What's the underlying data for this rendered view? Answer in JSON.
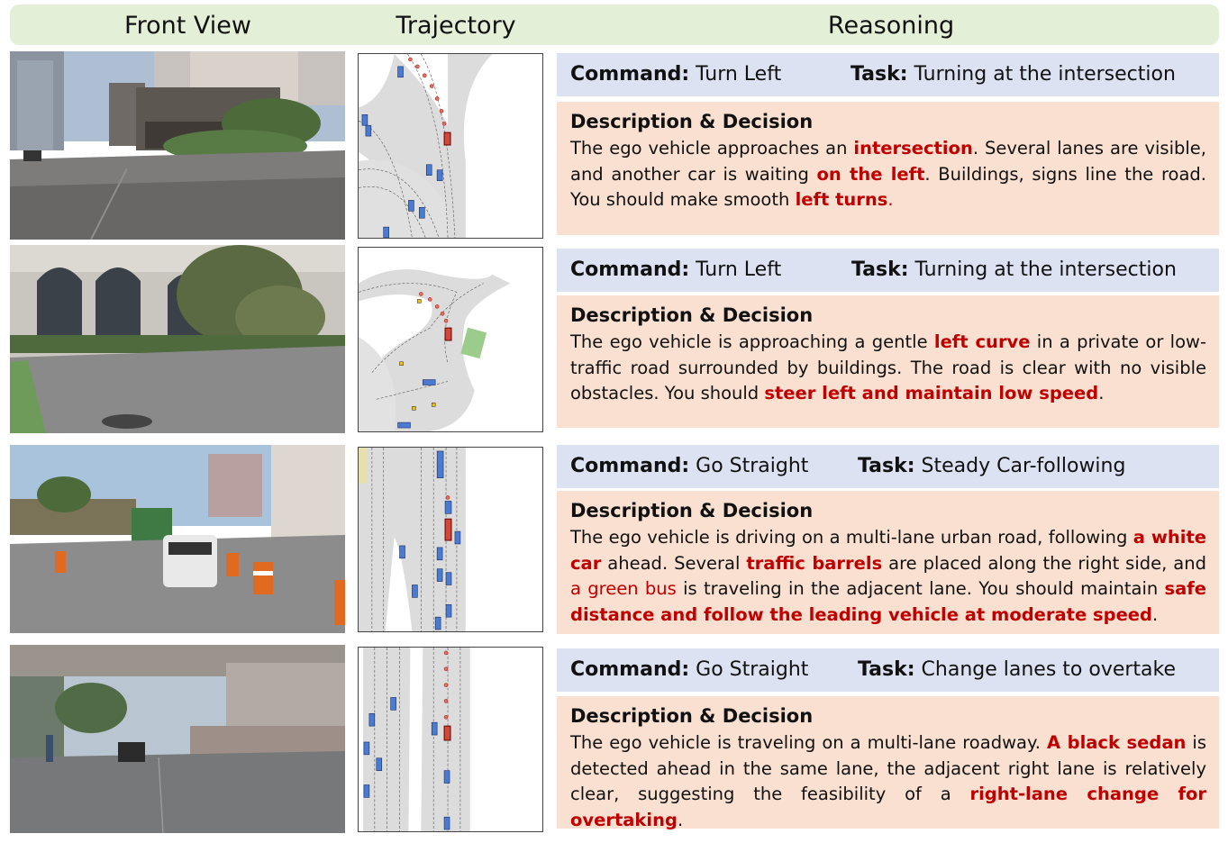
{
  "header": {
    "front_view": "Front View",
    "trajectory": "Trajectory",
    "reasoning": "Reasoning"
  },
  "labels": {
    "command": "Command:",
    "task": "Task:",
    "description": "Description & Decision"
  },
  "rows": [
    {
      "command": "Turn Left",
      "task": "Turning at the intersection",
      "desc": [
        {
          "t": "The ego vehicle approaches an ",
          "s": "n"
        },
        {
          "t": "intersection",
          "s": "b"
        },
        {
          "t": ". Several lanes are visible, and another car is waiting ",
          "s": "n"
        },
        {
          "t": "on the left",
          "s": "b"
        },
        {
          "t": ". Buildings, signs line the road. You should make smooth ",
          "s": "n"
        },
        {
          "t": "left turns",
          "s": "b"
        },
        {
          "t": ".",
          "s": "r"
        }
      ]
    },
    {
      "command": "Turn Left",
      "task": "Turning at the intersection",
      "desc": [
        {
          "t": "The ego vehicle is approaching a gentle ",
          "s": "n"
        },
        {
          "t": "left curve",
          "s": "b"
        },
        {
          "t": " in a private or low-traffic road surrounded by buildings. The road is clear with no visible obstacles. You should ",
          "s": "n"
        },
        {
          "t": "steer left and maintain low speed",
          "s": "b"
        },
        {
          "t": ".",
          "s": "n"
        }
      ]
    },
    {
      "command": "Go Straight",
      "task": "Steady Car-following",
      "desc": [
        {
          "t": "The ego vehicle is driving on a multi-lane urban road, following ",
          "s": "n"
        },
        {
          "t": "a white car",
          "s": "b"
        },
        {
          "t": " ahead. Several ",
          "s": "n"
        },
        {
          "t": "traffic barrels",
          "s": "b"
        },
        {
          "t": " are placed along the right side,  and ",
          "s": "n"
        },
        {
          "t": "a green bus",
          "s": "r"
        },
        {
          "t": " is traveling in the adjacent lane.  You should maintain ",
          "s": "n"
        },
        {
          "t": "safe distance and follow the leading vehicle at moderate speed",
          "s": "b"
        },
        {
          "t": ".",
          "s": "n"
        }
      ]
    },
    {
      "command": "Go Straight",
      "task": "Change lanes to overtake",
      "desc": [
        {
          "t": "The ego vehicle is traveling on a multi-lane roadway. ",
          "s": "n"
        },
        {
          "t": "A black sedan",
          "s": "b"
        },
        {
          "t": " is detected ahead in the same lane,  the adjacent right lane is relatively clear, suggesting the feasibility of a ",
          "s": "n"
        },
        {
          "t": "right-lane change for overtaking",
          "s": "b"
        },
        {
          "t": ".",
          "s": "n"
        }
      ]
    }
  ]
}
